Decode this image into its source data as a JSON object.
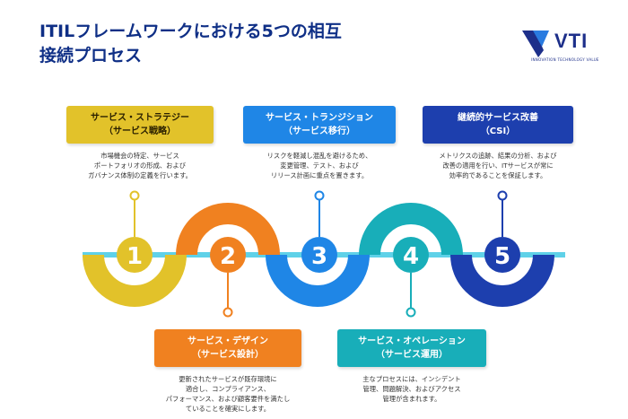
{
  "title": {
    "line1": "ITILフレームワークにおける5つの相互",
    "line2": "接続プロセス"
  },
  "logo": {
    "text": "VTI",
    "tagline": "INNOVATION TECHNOLOGY VALUE",
    "colors": [
      "#1d2f8a",
      "#2a7be0"
    ]
  },
  "stages": [
    {
      "number": "1",
      "color": "#e2c22a",
      "title_line1": "サービス・ストラテジー",
      "title_line2": "（サービス戦略）",
      "description": [
        "市場機会の特定、サービス",
        "ポートフォリオの形成、および",
        "ガバナンス体制の定義を行います。"
      ]
    },
    {
      "number": "2",
      "color": "#f08120",
      "title_line1": "サービス・デザイン",
      "title_line2": "（サービス設計）",
      "description": [
        "更新されたサービスが既存環境に",
        "適合し、コンプライアンス、",
        "パフォーマンス、および顧客要件を満たし",
        "ていることを確実にします。"
      ]
    },
    {
      "number": "3",
      "color": "#1f86e6",
      "title_line1": "サービス・トランジション",
      "title_line2": "（サービス移行）",
      "description": [
        "リスクを軽減し混乱を避けるため、",
        "変更管理、テスト、および",
        "リリース計画に重点を置きます。"
      ]
    },
    {
      "number": "4",
      "color": "#18aeb9",
      "title_line1": "サービス・オペレーション",
      "title_line2": "（サービス運用）",
      "description": [
        "主なプロセスには、インシデント",
        "管理、問題解決、およびアクセス",
        "管理が含まれます。"
      ]
    },
    {
      "number": "5",
      "color": "#1d3fae",
      "title_line1": "継続的サービス改善",
      "title_line2": "（CSI）",
      "description": [
        "メトリクスの追跡、結果の分析、および",
        "改善の適用を行い、ITサービスが常に",
        "効率的であることを保証します。"
      ]
    }
  ],
  "line_color": "#5fd1e8"
}
